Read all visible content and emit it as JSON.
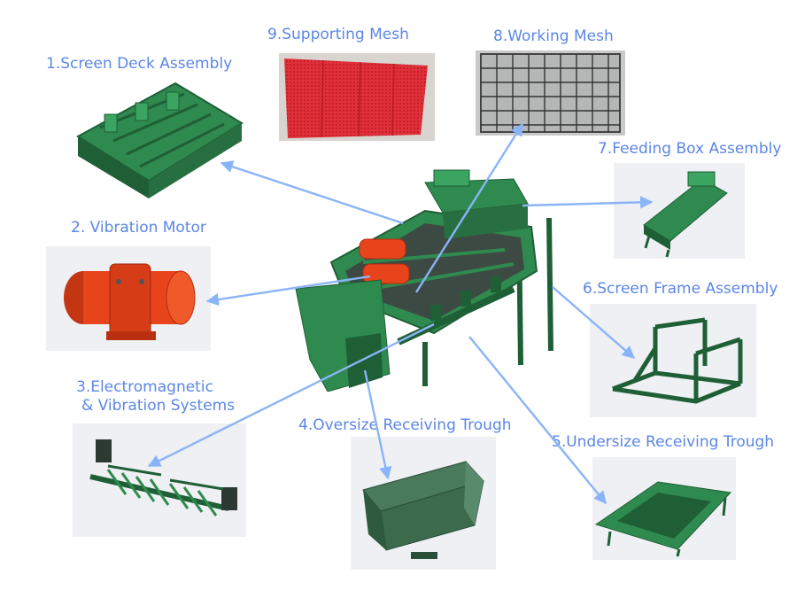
{
  "labels": {
    "l1": "1.Screen Deck Assembly",
    "l2": "2. Vibration Motor",
    "l3a": "3.Electromagnetic",
    "l3b": "& Vibration Systems",
    "l4": "4.Oversize Receiving Trough",
    "l5": "5.Undersize Receiving Trough",
    "l6": "6.Screen Frame Assembly",
    "l7": "7.Feeding Box Assembly",
    "l8": "8.Working Mesh",
    "l9": "9.Supporting Mesh"
  },
  "colors": {
    "label": "#5b86e5",
    "arrow": "#8ab4f8",
    "machine_green": "#2f8a4f",
    "machine_dark": "#1f5f36",
    "motor_orange": "#e8441c",
    "mesh_red": "#e0303a",
    "panel_bg": "#eef0f3"
  }
}
